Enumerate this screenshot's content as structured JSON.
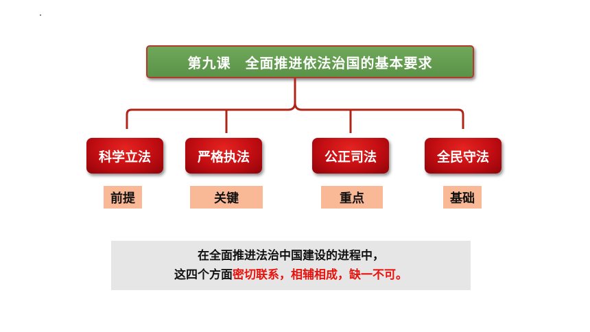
{
  "title": "第九课　全面推进依法治国的基本要求",
  "nodes": [
    {
      "label": "科学立法",
      "role": "前提"
    },
    {
      "label": "严格执法",
      "role": "关键"
    },
    {
      "label": "公正司法",
      "role": "重点"
    },
    {
      "label": "全民守法",
      "role": "基础"
    }
  ],
  "summary": {
    "line1": "在全面推进法治中国建设的进程中，",
    "line2_prefix": "这四个方面",
    "line2_highlight": "密切联系，相辅相成，缺一不可。"
  },
  "colors": {
    "title_bg": "#5a9348",
    "node_red": "#c10d12",
    "connector": "#b02418",
    "tag_bg": "#f9b896",
    "highlight": "#e8120c"
  }
}
